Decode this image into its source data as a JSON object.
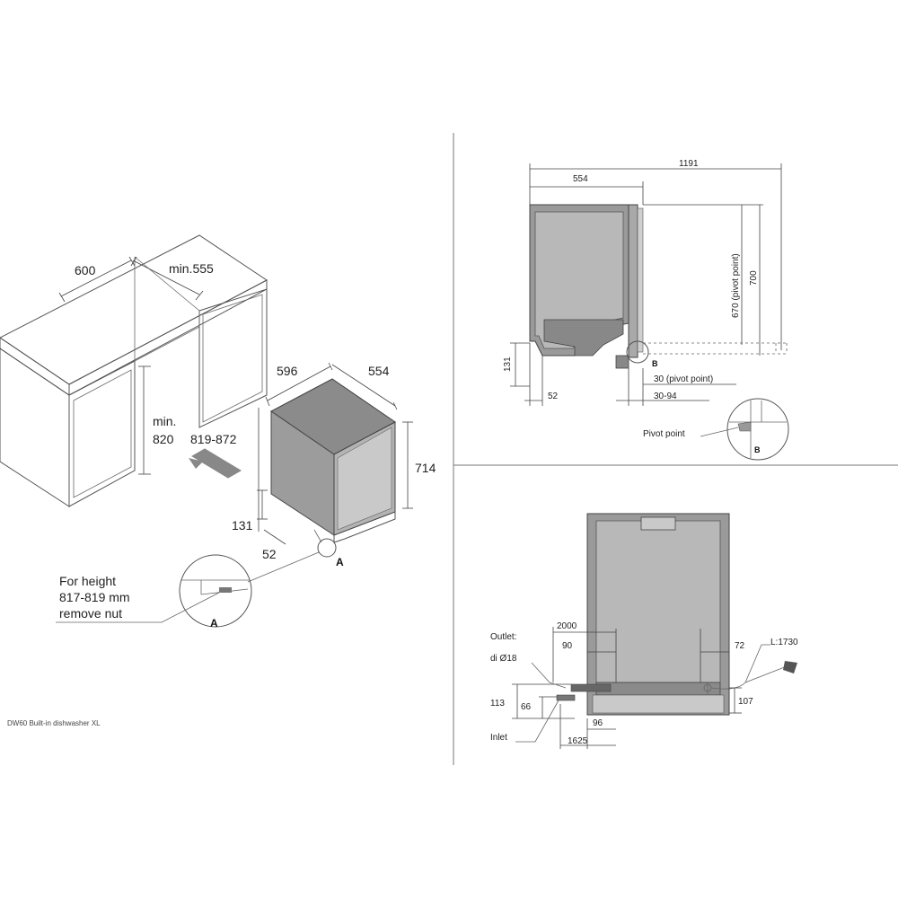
{
  "caption": "DW60 Built-in dishwasher XL",
  "isometric": {
    "cabinet_width": "600",
    "cabinet_depth": "min.555",
    "niche_height_label_1": "min.",
    "niche_height_label_2": "820",
    "height_range": "819-872",
    "appliance_width": "596",
    "appliance_depth": "554",
    "appliance_height": "714",
    "plinth_height": "131",
    "foot_depth": "52",
    "detail_ref": "A",
    "note_lines": [
      "For height",
      "817-819 mm",
      "remove nut"
    ],
    "detail_label": "A"
  },
  "side_view": {
    "total_depth": "1191",
    "body_depth": "554",
    "height": "700",
    "pivot_height": "670 (pivot point)",
    "plinth": "131",
    "foot": "52",
    "pivot_offset": "30 (pivot point)",
    "toe_range": "30-94",
    "detail_ref": "B",
    "pivot_label": "Pivot point",
    "detail_label": "B"
  },
  "rear_view": {
    "outlet_label_1": "Outlet:",
    "outlet_label_2": "di Ø18",
    "hose_outlet_length": "2000",
    "outlet_offset": "90",
    "right_offset": "72",
    "cable_length": "L:1730",
    "outlet_height": "113",
    "inlet_height": "66",
    "inlet_offset": "96",
    "inlet_hose_length": "1625",
    "cable_height": "107",
    "inlet_label": "Inlet"
  }
}
